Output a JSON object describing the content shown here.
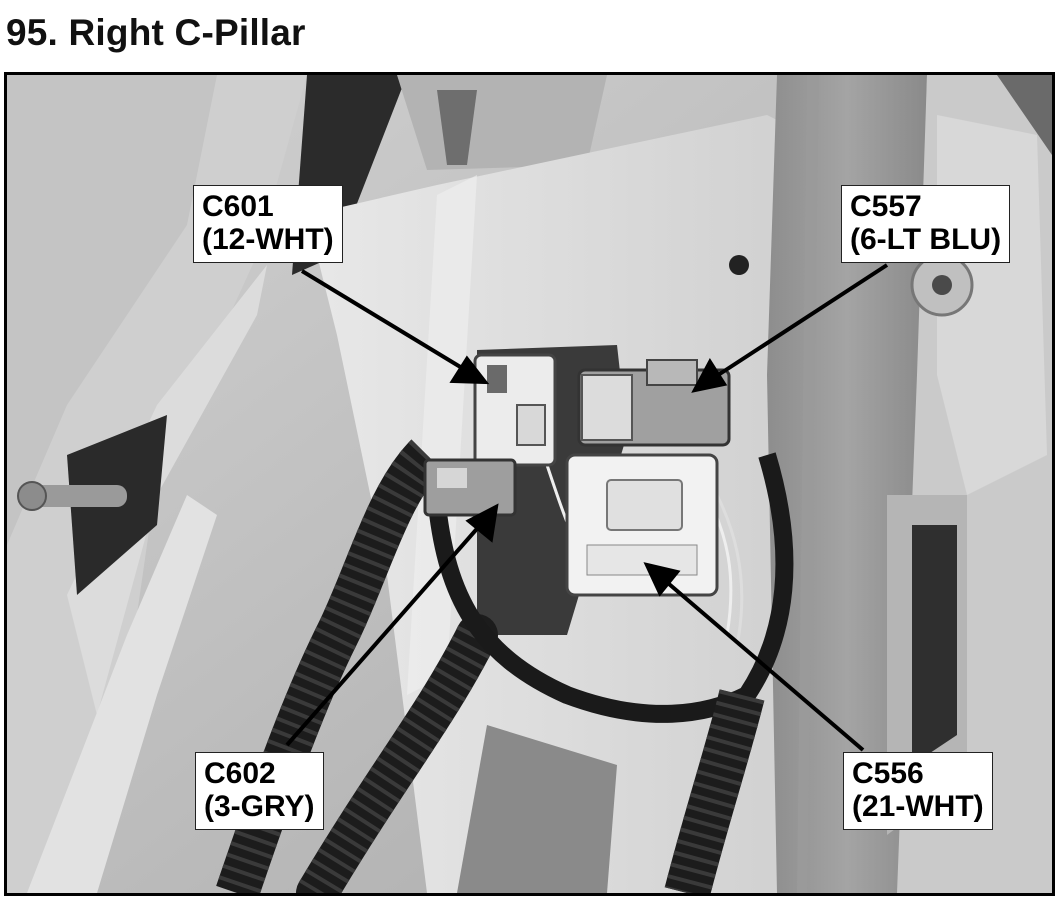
{
  "title": "95. Right C-Pillar",
  "callouts": {
    "c601": {
      "id": "C601",
      "spec": "(12-WHT)"
    },
    "c557": {
      "id": "C557",
      "spec": "(6-LT BLU)"
    },
    "c602": {
      "id": "C602",
      "spec": "(3-GRY)"
    },
    "c556": {
      "id": "C556",
      "spec": "(21-WHT)"
    }
  }
}
